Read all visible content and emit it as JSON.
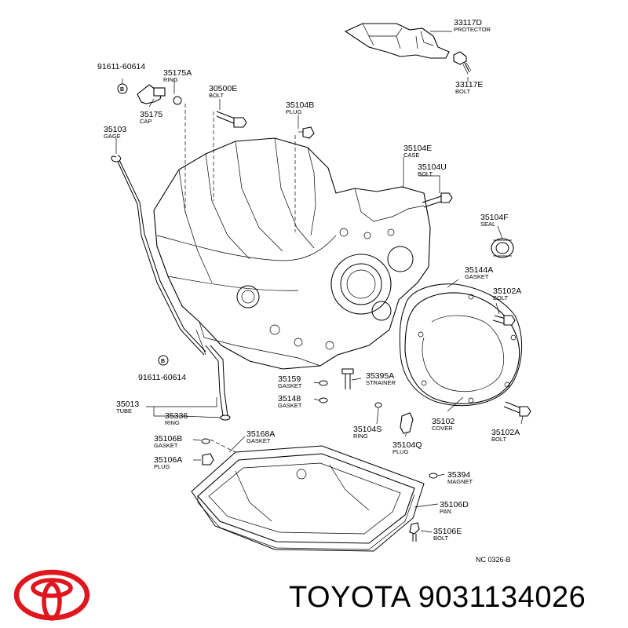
{
  "footer": {
    "brand": "TOYOTA",
    "part_number": "9031134026"
  },
  "reference": "NC  0326-B",
  "colors": {
    "logo": "#e0161f",
    "line": "#000000",
    "background": "#ffffff"
  },
  "parts": [
    {
      "id": "p33117D",
      "number": "33117D",
      "name": "PROTECTOR"
    },
    {
      "id": "p33117E",
      "number": "33117E",
      "name": "BOLT"
    },
    {
      "id": "p91611a",
      "number": "91611-60614",
      "name": "",
      "badge": "B"
    },
    {
      "id": "p35175A",
      "number": "35175A",
      "name": "RING"
    },
    {
      "id": "p35175",
      "number": "35175",
      "name": "CAP"
    },
    {
      "id": "p30500E",
      "number": "30500E",
      "name": "BOLT"
    },
    {
      "id": "p35103",
      "number": "35103",
      "name": "GAGE"
    },
    {
      "id": "p35104B",
      "number": "35104B",
      "name": "PLUG"
    },
    {
      "id": "p35104E",
      "number": "35104E",
      "name": "CASE"
    },
    {
      "id": "p35104U",
      "number": "35104U",
      "name": "BOLT"
    },
    {
      "id": "p35104F",
      "number": "35104F",
      "name": "SEAL"
    },
    {
      "id": "p35144A",
      "number": "35144A",
      "name": "GASKET"
    },
    {
      "id": "p35102Aa",
      "number": "35102A",
      "name": "BOLT"
    },
    {
      "id": "p91611b",
      "number": "91611-60614",
      "name": "",
      "badge": "B"
    },
    {
      "id": "p35159",
      "number": "35159",
      "name": "GASKET"
    },
    {
      "id": "p35395A",
      "number": "35395A",
      "name": "STRAINER"
    },
    {
      "id": "p35148",
      "number": "35148",
      "name": "GASKET"
    },
    {
      "id": "p35013",
      "number": "35013",
      "name": "TUBE"
    },
    {
      "id": "p35336",
      "number": "35336",
      "name": "RING"
    },
    {
      "id": "p35104S",
      "number": "35104S",
      "name": "RING"
    },
    {
      "id": "p35104Q",
      "number": "35104Q",
      "name": "PLUG"
    },
    {
      "id": "p35102",
      "number": "35102",
      "name": "COVER"
    },
    {
      "id": "p35102Ab",
      "number": "35102A",
      "name": "BOLT"
    },
    {
      "id": "p35106B",
      "number": "35106B",
      "name": "GASKET"
    },
    {
      "id": "p35168A",
      "number": "35168A",
      "name": "GASKET"
    },
    {
      "id": "p35106A",
      "number": "35106A",
      "name": "PLUG"
    },
    {
      "id": "p35394",
      "number": "35394",
      "name": "MAGNET"
    },
    {
      "id": "p35106D",
      "number": "35106D",
      "name": "PAN"
    },
    {
      "id": "p35106E",
      "number": "35106E",
      "name": "BOLT"
    }
  ]
}
